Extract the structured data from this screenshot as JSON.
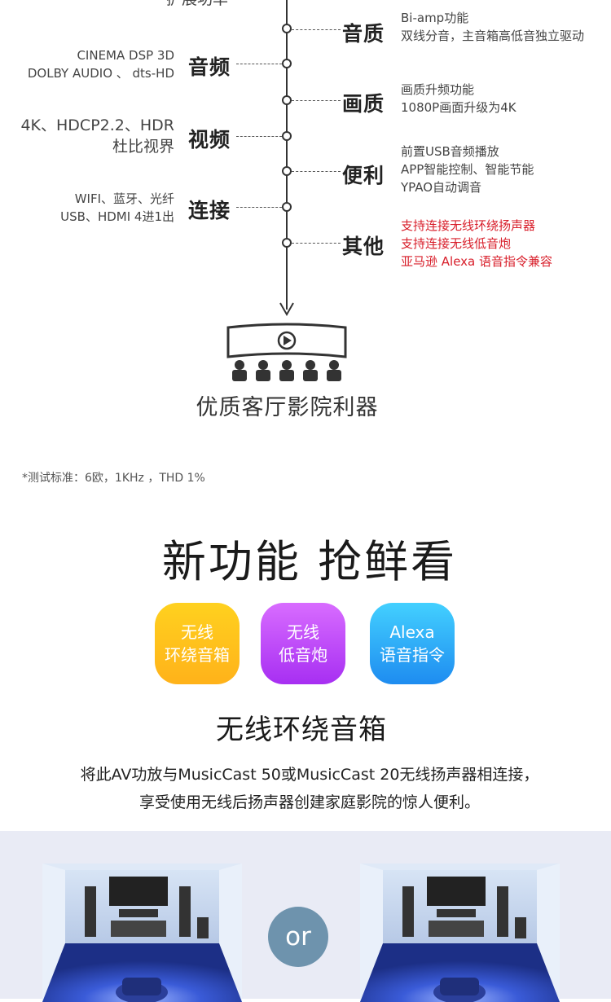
{
  "timeline": {
    "top_partial_label": "扩展功率",
    "categories": {
      "audio_quality": "音质",
      "audio": "音频",
      "picture_quality": "画质",
      "video": "视频",
      "convenience": "便利",
      "connection": "连接",
      "other": "其他"
    },
    "audio_quality_desc": [
      "Bi-amp功能",
      "双线分音，主音箱高低音独立驱动"
    ],
    "audio_desc": [
      "CINEMA DSP 3D",
      "DOLBY AUDIO 、 dts-HD"
    ],
    "picture_quality_desc": [
      "画质升频功能",
      "1080P画面升级为4K"
    ],
    "video_desc": [
      "4K、HDCP2.2、HDR",
      "杜比视界"
    ],
    "convenience_desc": [
      "前置USB音频播放",
      "APP智能控制、智能节能",
      "YPAO自动调音"
    ],
    "connection_desc": [
      "WIFI、蓝牙、光纤",
      "USB、HDMI 4进1出"
    ],
    "other_desc": [
      "支持连接无线环绕扬声器",
      "支持连接无线低音炮",
      "亚马逊 Alexa 语音指令兼容"
    ]
  },
  "theater": {
    "caption": "优质客厅影院利器"
  },
  "footnote": "*测试标准：6欧，1KHz ，THD 1%",
  "features": {
    "title": "新功能 抢鲜看",
    "buttons": [
      {
        "line1": "无线",
        "line2": "环绕音箱"
      },
      {
        "line1": "无线",
        "line2": "低音炮"
      },
      {
        "line1": "Alexa",
        "line2": "语音指令"
      }
    ]
  },
  "wireless_surround": {
    "title": "无线环绕音箱",
    "desc_line1": "将此AV功放与MusicCast 50或MusicCast 20无线扬声器相连接，",
    "desc_line2": "享受使用无线后扬声器创建家庭影院的惊人便利。",
    "or_label": "or"
  },
  "colors": {
    "accent_red": "#d81e2a",
    "button_yellow": "#ffc01f",
    "button_purple": "#c04cf8",
    "button_blue": "#2ea8f5",
    "or_circle": "#6e93ad"
  }
}
